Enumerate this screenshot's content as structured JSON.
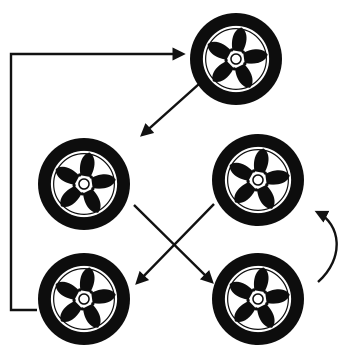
{
  "diagram": {
    "kind": "tire-rotation",
    "wheel_icon": "tire-icon",
    "arrow_icon": "arrow-icon",
    "colors": {
      "tire": "#0d0d0d",
      "rim": "#ffffff",
      "line": "#111111",
      "background": "#ffffff"
    },
    "wheels": [
      {
        "id": "spare"
      },
      {
        "id": "front-left"
      },
      {
        "id": "front-right"
      },
      {
        "id": "rear-left"
      },
      {
        "id": "rear-right"
      }
    ],
    "moves": [
      {
        "from": "spare",
        "to": "front-left"
      },
      {
        "from": "front-left",
        "to": "rear-right"
      },
      {
        "from": "front-right",
        "to": "rear-left"
      },
      {
        "from": "rear-right",
        "to": "front-right"
      },
      {
        "from": "rear-left",
        "to": "spare"
      }
    ]
  }
}
